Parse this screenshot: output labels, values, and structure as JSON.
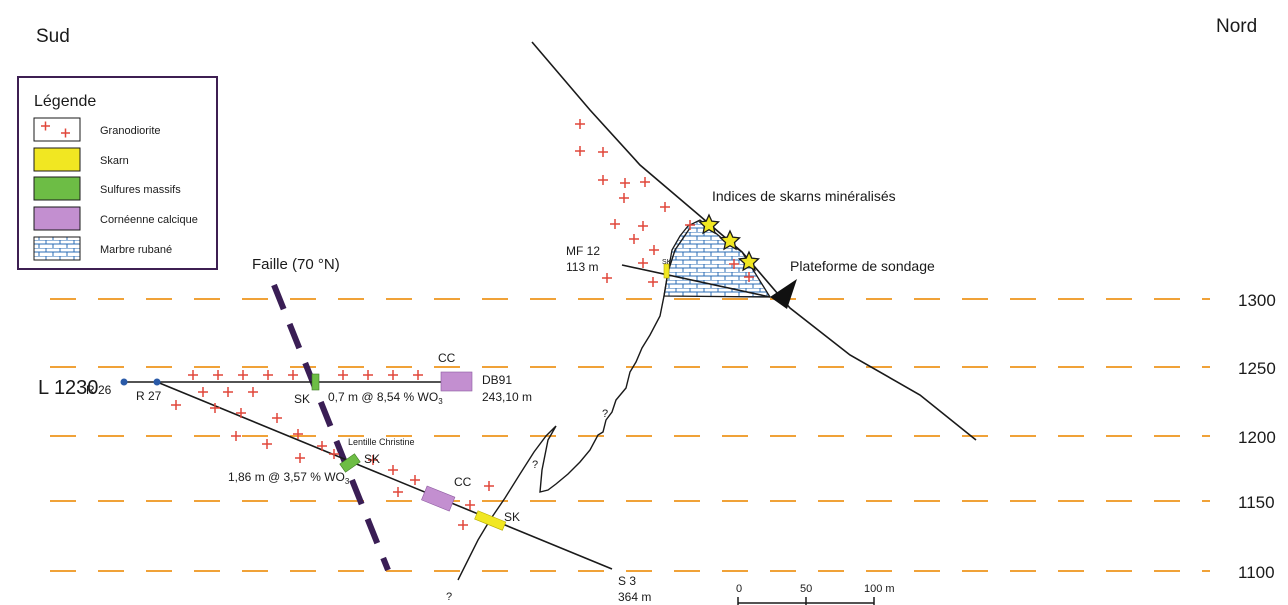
{
  "directions": {
    "south": "Sud",
    "north": "Nord"
  },
  "legend": {
    "title": "Légende",
    "items": [
      {
        "label": "Granodiorite",
        "color": "#e0473a"
      },
      {
        "label": "Skarn",
        "color": "#f1e722"
      },
      {
        "label": "Sulfures massifs",
        "color": "#6dbd45"
      },
      {
        "label": "Cornéenne calcique",
        "color": "#c38fd0"
      },
      {
        "label": "Marbre rubané",
        "color": "#2b6cb6"
      }
    ]
  },
  "elevations": [
    "1300",
    "1250",
    "1200",
    "1150",
    "1100"
  ],
  "level": "L 1230",
  "fault": {
    "label": "Faille (70 °N)"
  },
  "annotations": {
    "skarn_showings": "Indices de skarns minéralisés",
    "drill_platform": "Plateforme de sondage",
    "lentille": "Lentille Christine"
  },
  "holes": {
    "r26": "R 26",
    "r27": "R 27",
    "db91_name": "DB91",
    "db91_depth": "243,10 m",
    "s3_name": "S 3",
    "s3_depth": "364 m",
    "mf12_name": "MF 12",
    "mf12_depth": "113 m"
  },
  "intercepts": {
    "i1_text": "0,7 m @ 8,54 % WO",
    "i2_text": "1,86 m @ 3,57 % WO",
    "sub": "3"
  },
  "codes": {
    "sk": "SK",
    "cc": "CC",
    "q": "?"
  },
  "scale": {
    "labels": [
      "0",
      "50",
      "100 m"
    ]
  },
  "colors": {
    "elevation_line": "#f0a238",
    "fault": "#3a1e55",
    "granodiorite": "#e0473a",
    "skarn": "#f1e722",
    "sulfide": "#6dbd45",
    "hornfels": "#c38fd0",
    "marble": "#2b6cb6",
    "legend_border": "#3d1f52"
  }
}
